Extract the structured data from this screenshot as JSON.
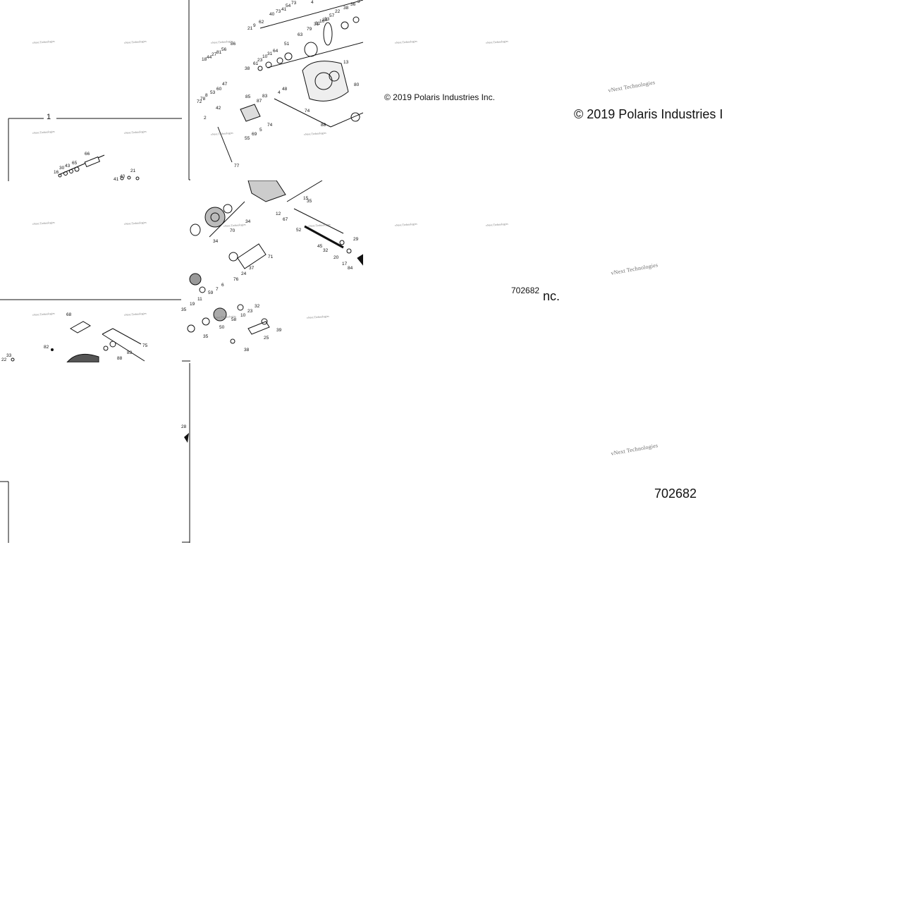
{
  "copyright": "© 2019 Polaris Industries Inc.",
  "copyright_cropped": "© 2019 Polaris Industries I",
  "copyright_fragment": "nc.",
  "figure_number": "702682",
  "watermark": "vNext Technologies",
  "assembly_callout": "1",
  "callouts": {
    "tile_top": [
      "73",
      "40",
      "73",
      "41",
      "54",
      "21",
      "9",
      "62",
      "22",
      "57",
      "23",
      "31",
      "36",
      "38",
      "86",
      "18",
      "44",
      "27",
      "81",
      "56",
      "61",
      "23",
      "10",
      "31",
      "64",
      "51",
      "63",
      "79",
      "31",
      "10",
      "23",
      "38",
      "13",
      "47",
      "60",
      "42",
      "83",
      "85",
      "78",
      "8",
      "53",
      "87",
      "72",
      "80",
      "4",
      "48",
      "74",
      "88",
      "2",
      "74",
      "5",
      "69",
      "55",
      "77",
      "4",
      "3"
    ],
    "tile_left_mid": [
      "66",
      "16",
      "30",
      "43",
      "65",
      "40",
      "41",
      "21"
    ],
    "tile_center": [
      "15",
      "35",
      "12",
      "67",
      "52",
      "34",
      "70",
      "34",
      "29",
      "45",
      "32",
      "20",
      "17",
      "84",
      "71",
      "37",
      "24",
      "76",
      "6",
      "7",
      "59",
      "11",
      "19",
      "35",
      "32",
      "23",
      "10",
      "50",
      "58",
      "35",
      "39",
      "25",
      "38"
    ],
    "tile_left_bottom": [
      "68",
      "75",
      "82",
      "83",
      "88",
      "33",
      "22"
    ],
    "tile_strip": [
      "28"
    ]
  },
  "colors": {
    "line": "#111111",
    "watermark": "#777777",
    "background": "#ffffff"
  }
}
